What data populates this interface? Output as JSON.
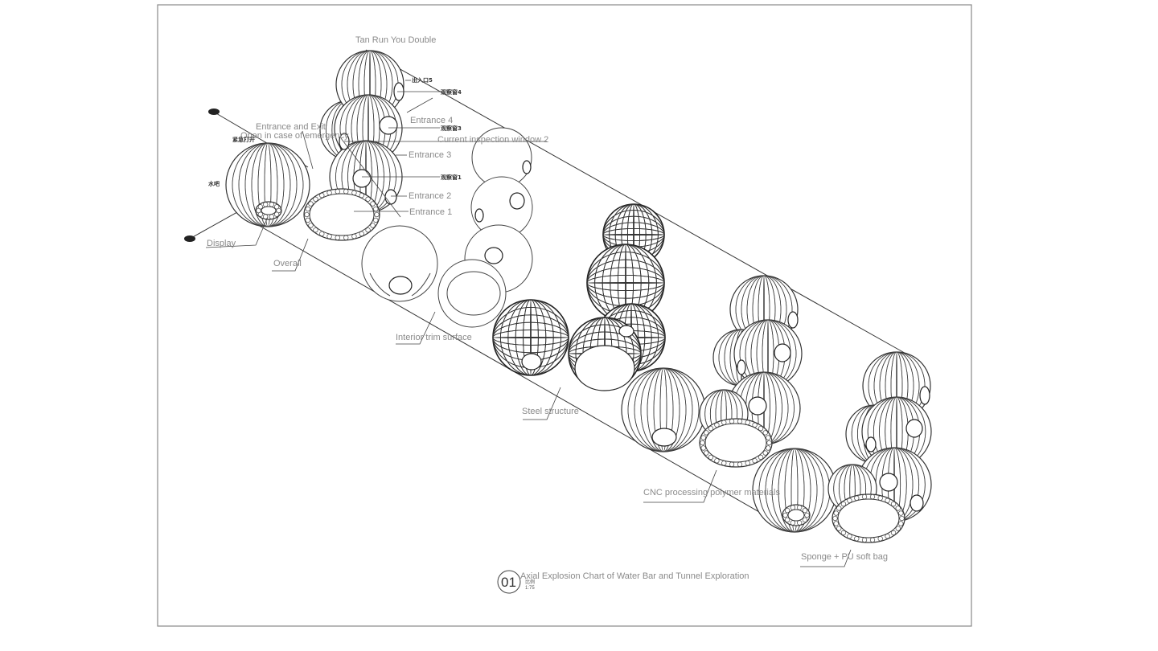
{
  "labels": {
    "tan_run": "Tan Run You Double",
    "entrance_exit": "Entrance and Exit",
    "open_emergency": "Open in case of emergency",
    "entrance_4": "Entrance 4",
    "inspection_window_2": "Current inspection window 2",
    "entrance_3": "Entrance 3",
    "entrance_2": "Entrance 2",
    "entrance_1": "Entrance 1",
    "display": "Display",
    "overall": "Overall",
    "interior_trim": "Interior trim surface",
    "steel_structure": "Steel structure",
    "cnc": "CNC processing polymer materials",
    "sponge": "Sponge + PU soft bag"
  },
  "cn_labels": {
    "exit": "出入口5",
    "window4": "观察窗4",
    "window3": "观察窗3",
    "window1": "观察窗1",
    "water_bar": "水吧",
    "emergency_short": "紧急打开"
  },
  "caption": {
    "number": "01",
    "title": "Axial Explosion Chart of Water Bar and Tunnel Exploration",
    "scale_top": "比例",
    "scale_bottom": "1:75"
  }
}
